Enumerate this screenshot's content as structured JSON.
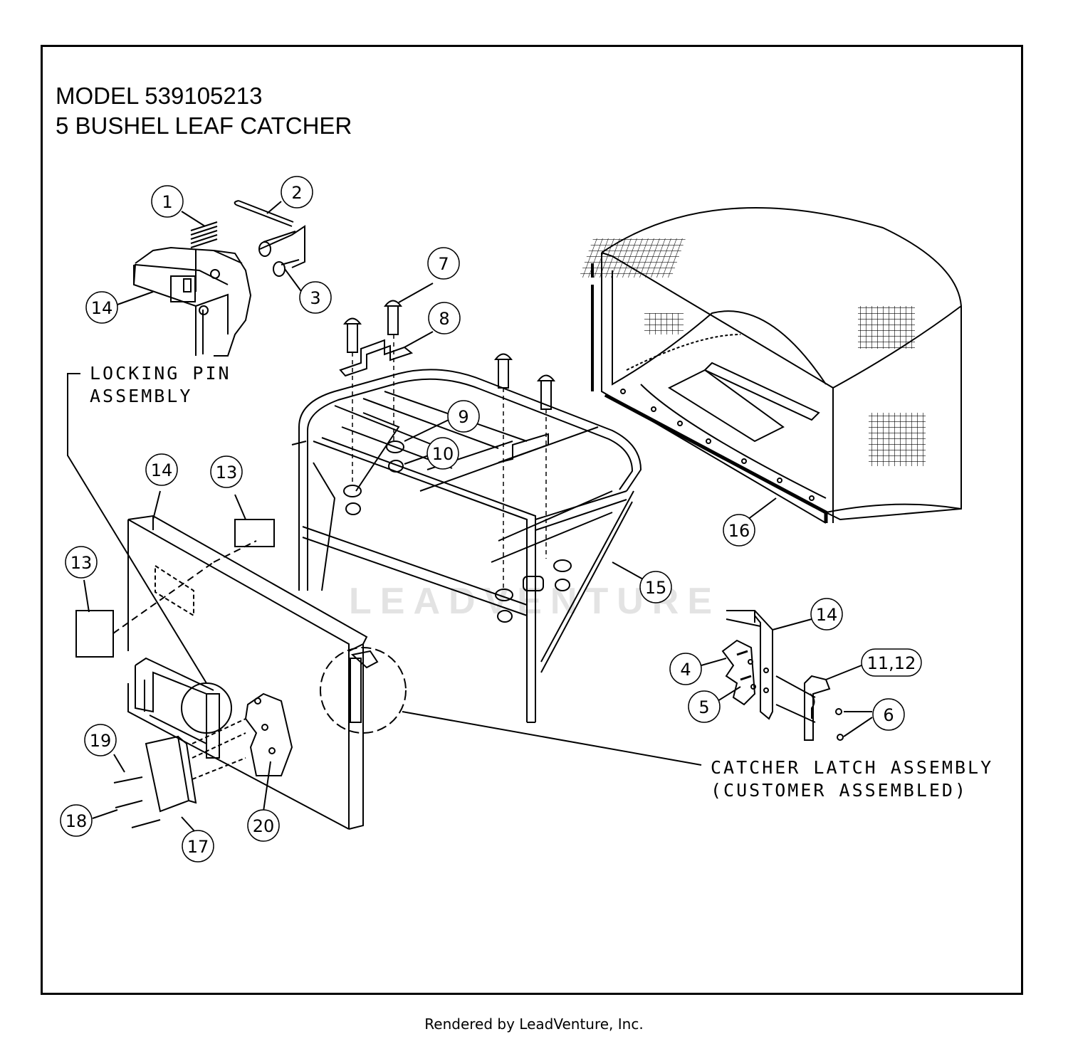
{
  "header": {
    "model_line": "MODEL  539105213",
    "name_line": "5 BUSHEL LEAF CATCHER"
  },
  "watermark": "LEADVENTURE",
  "notes": {
    "locking_pin_1": "LOCKING PIN",
    "locking_pin_2": "ASSEMBLY",
    "latch_1": "CATCHER LATCH ASSEMBLY",
    "latch_2": "(CUSTOMER ASSEMBLED)"
  },
  "callouts": {
    "c1": "1",
    "c2": "2",
    "c3": "3",
    "c4": "4",
    "c5": "5",
    "c6": "6",
    "c7": "7",
    "c8": "8",
    "c9": "9",
    "c10": "10",
    "c11_12": "11,12",
    "c13a": "13",
    "c13b": "13",
    "c14a": "14",
    "c14b": "14",
    "c14c": "14",
    "c15": "15",
    "c16": "16",
    "c17": "17",
    "c18": "18",
    "c19": "19",
    "c20": "20"
  },
  "footer": "Rendered by LeadVenture, Inc."
}
